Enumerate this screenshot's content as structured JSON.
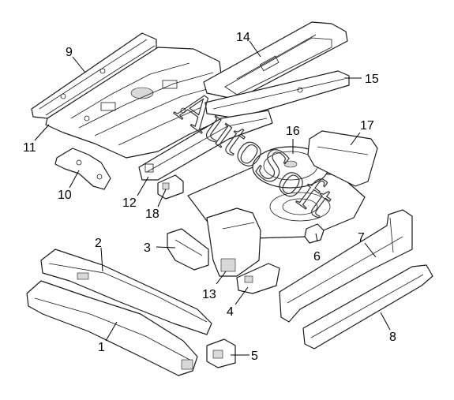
{
  "watermark": "AutoSoft",
  "parts": [
    {
      "id": "part-1",
      "label": "1"
    },
    {
      "id": "part-2",
      "label": "2"
    },
    {
      "id": "part-3",
      "label": "3"
    },
    {
      "id": "part-4",
      "label": "4"
    },
    {
      "id": "part-5",
      "label": "5"
    },
    {
      "id": "part-6",
      "label": "6"
    },
    {
      "id": "part-7",
      "label": "7"
    },
    {
      "id": "part-8",
      "label": "8"
    },
    {
      "id": "part-9",
      "label": "9"
    },
    {
      "id": "part-10",
      "label": "10"
    },
    {
      "id": "part-11",
      "label": "11"
    },
    {
      "id": "part-12",
      "label": "12"
    },
    {
      "id": "part-13",
      "label": "13"
    },
    {
      "id": "part-14",
      "label": "14"
    },
    {
      "id": "part-15",
      "label": "15"
    },
    {
      "id": "part-16",
      "label": "16"
    },
    {
      "id": "part-17",
      "label": "17"
    },
    {
      "id": "part-18",
      "label": "18"
    }
  ]
}
